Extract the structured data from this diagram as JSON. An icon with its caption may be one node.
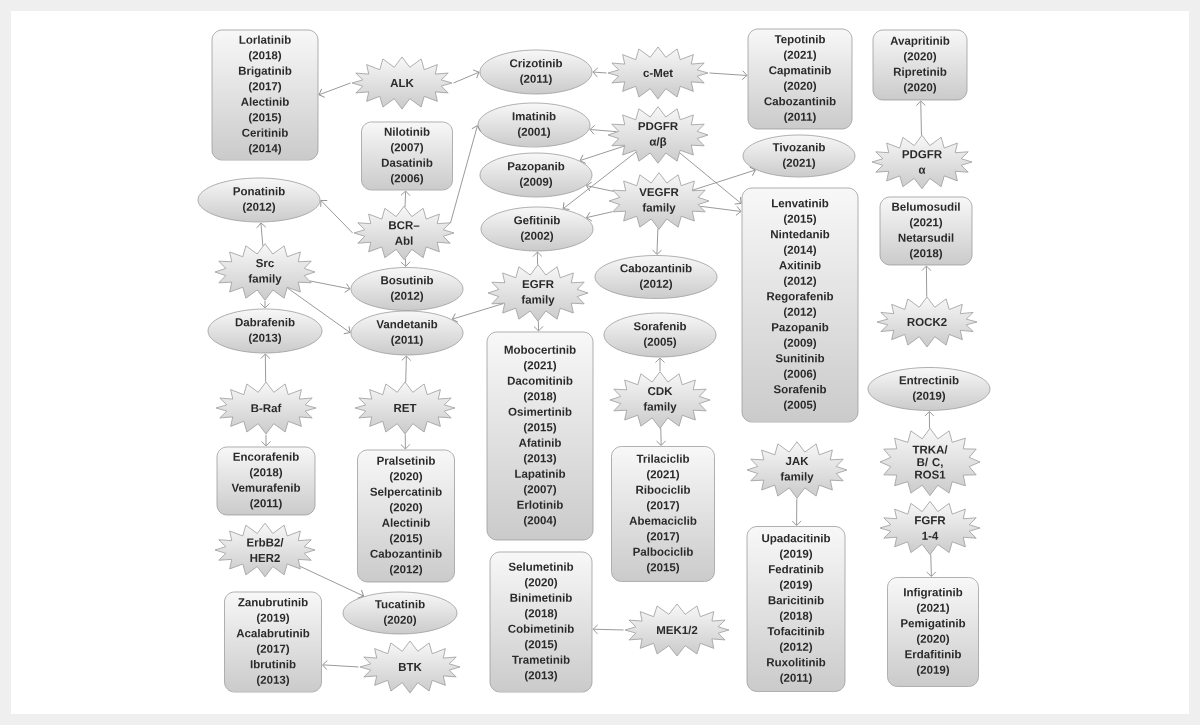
{
  "diagram": {
    "nodes": [
      {
        "text": [
          "Lorlatinib (2018)",
          "Brigatinib (2017)",
          "Alectinib (2015)",
          "Ceritinib (2014)"
        ]
      },
      {
        "text": [
          "ALK"
        ]
      },
      {
        "text": [
          "Crizotinib (2011)"
        ]
      },
      {
        "text": [
          "c-Met"
        ]
      },
      {
        "text": [
          "Tepotinib (2021)",
          "Capmatinib (2020)",
          "Cabozantinib (2011)"
        ]
      },
      {
        "text": [
          "Avapritinib (2020)",
          "Ripretinib (2020)"
        ]
      },
      {
        "text": [
          "Nilotinib (2007)",
          "Dasatinib (2006)"
        ]
      },
      {
        "text": [
          "Imatinib (2001)"
        ]
      },
      {
        "text": [
          "PDGFR α/β"
        ]
      },
      {
        "text": [
          "Tivozanib (2021)"
        ]
      },
      {
        "text": [
          "PDGFR α"
        ]
      },
      {
        "text": [
          "Pazopanib (2009)"
        ]
      },
      {
        "text": [
          "VEGFR family"
        ]
      },
      {
        "text": [
          "Ponatinib (2012)"
        ]
      },
      {
        "text": [
          "BCR–Abl"
        ]
      },
      {
        "text": [
          "Gefitinib (2002)"
        ]
      },
      {
        "text": [
          "Lenvatinib (2015)",
          "Nintedanib (2014)",
          "Axitinib (2012)",
          "Regorafenib (2012)",
          "Pazopanib (2009)",
          "Sunitinib (2006)",
          "Sorafenib (2005)"
        ]
      },
      {
        "text": [
          "Belumosudil (2021)",
          "Netarsudil (2018)"
        ]
      },
      {
        "text": [
          "Src family"
        ]
      },
      {
        "text": [
          "Bosutinib (2012)"
        ]
      },
      {
        "text": [
          "EGFR family"
        ]
      },
      {
        "text": [
          "Cabozantinib (2012)"
        ]
      },
      {
        "text": [
          "ROCK2"
        ]
      },
      {
        "text": [
          "Dabrafenib (2013)"
        ]
      },
      {
        "text": [
          "Vandetanib (2011)"
        ]
      },
      {
        "text": [
          "Sorafenib (2005)"
        ]
      },
      {
        "text": [
          "Mobocertinib (2021)",
          "Dacomitinib (2018)",
          "Osimertinib (2015)",
          "Afatinib (2013)",
          "Lapatinib (2007)",
          "Erlotinib (2004)"
        ]
      },
      {
        "text": [
          "Entrectinib (2019)"
        ]
      },
      {
        "text": [
          "B-Raf"
        ]
      },
      {
        "text": [
          "RET"
        ]
      },
      {
        "text": [
          "CDK family"
        ]
      },
      {
        "text": [
          "TRKA/ B/ C, ROS1"
        ]
      },
      {
        "text": [
          "JAK family"
        ]
      },
      {
        "text": [
          "Encorafenib (2018)",
          "Vemurafenib (2011)"
        ]
      },
      {
        "text": [
          "Pralsetinib (2020)",
          "Selpercatinib (2020)",
          "Alectinib (2015)",
          "Cabozantinib (2012)"
        ]
      },
      {
        "text": [
          "Trilaciclib (2021)",
          "Ribociclib (2017)",
          "Abemaciclib (2017)",
          "Palbociclib (2015)"
        ]
      },
      {
        "text": [
          "FGFR 1-4"
        ]
      },
      {
        "text": [
          "ErbB2/ HER2"
        ]
      },
      {
        "text": [
          "Upadacitinib (2019)",
          "Fedratinib (2019)",
          "Baricitinib (2018)",
          "Tofacitinib (2012)",
          "Ruxolitinib (2011)"
        ]
      },
      {
        "text": [
          "Selumetinib (2020)",
          "Binimetinib (2018)",
          "Cobimetinib (2015)",
          "Trametinib (2013)"
        ]
      },
      {
        "text": [
          "Tucatinib (2020)"
        ]
      },
      {
        "text": [
          "Infigratinib (2021)",
          "Pemigatinib (2020)",
          "Erdafitinib (2019)"
        ]
      },
      {
        "text": [
          "Zanubrutinib (2019)",
          "Acalabrutinib (2017)",
          "Ibrutinib (2013)"
        ]
      },
      {
        "text": [
          "MEK1/2"
        ]
      },
      {
        "text": [
          "BTK"
        ]
      }
    ],
    "edges": [
      {
        "from": 1,
        "to": 0,
        "arrow": "to"
      },
      {
        "from": 1,
        "to": 2,
        "arrow": "to"
      },
      {
        "from": 3,
        "to": 2,
        "arrow": "to"
      },
      {
        "from": 3,
        "to": 4,
        "arrow": "to"
      },
      {
        "from": 10,
        "to": 5,
        "arrow": "to"
      },
      {
        "from": 14,
        "to": 6,
        "arrow": "to"
      },
      {
        "from": 14,
        "to": 7,
        "arrow": "to"
      },
      {
        "from": 8,
        "to": 7,
        "arrow": "to"
      },
      {
        "from": 8,
        "to": 11,
        "arrow": "to"
      },
      {
        "from": 8,
        "to": 15,
        "arrow": "to"
      },
      {
        "from": 8,
        "to": 16,
        "arrow": "to"
      },
      {
        "from": 12,
        "to": 11,
        "arrow": "to"
      },
      {
        "from": 12,
        "to": 15,
        "arrow": "to"
      },
      {
        "from": 12,
        "to": 9,
        "arrow": "to"
      },
      {
        "from": 12,
        "to": 16,
        "arrow": "to"
      },
      {
        "from": 12,
        "to": 21,
        "arrow": "to"
      },
      {
        "from": 14,
        "to": 13,
        "arrow": "to"
      },
      {
        "from": 14,
        "to": 19,
        "arrow": "to"
      },
      {
        "from": 18,
        "to": 13,
        "arrow": "to"
      },
      {
        "from": 18,
        "to": 19,
        "arrow": "to"
      },
      {
        "from": 18,
        "to": 24,
        "arrow": "to"
      },
      {
        "from": 18,
        "to": 23,
        "arrow": "to"
      },
      {
        "from": 20,
        "to": 15,
        "arrow": "to"
      },
      {
        "from": 20,
        "to": 24,
        "arrow": "to"
      },
      {
        "from": 20,
        "to": 26,
        "arrow": "to"
      },
      {
        "from": 22,
        "to": 17,
        "arrow": "to"
      },
      {
        "from": 28,
        "to": 23,
        "arrow": "to"
      },
      {
        "from": 28,
        "to": 33,
        "arrow": "to"
      },
      {
        "from": 29,
        "to": 24,
        "arrow": "to"
      },
      {
        "from": 29,
        "to": 34,
        "arrow": "to"
      },
      {
        "from": 30,
        "to": 25,
        "arrow": "to"
      },
      {
        "from": 30,
        "to": 35,
        "arrow": "to"
      },
      {
        "from": 31,
        "to": 27,
        "arrow": "to"
      },
      {
        "from": 32,
        "to": 38,
        "arrow": "to"
      },
      {
        "from": 36,
        "to": 41,
        "arrow": "to"
      },
      {
        "from": 37,
        "to": 40,
        "arrow": "to"
      },
      {
        "from": 43,
        "to": 39,
        "arrow": "to"
      },
      {
        "from": 44,
        "to": 42,
        "arrow": "to"
      }
    ]
  }
}
